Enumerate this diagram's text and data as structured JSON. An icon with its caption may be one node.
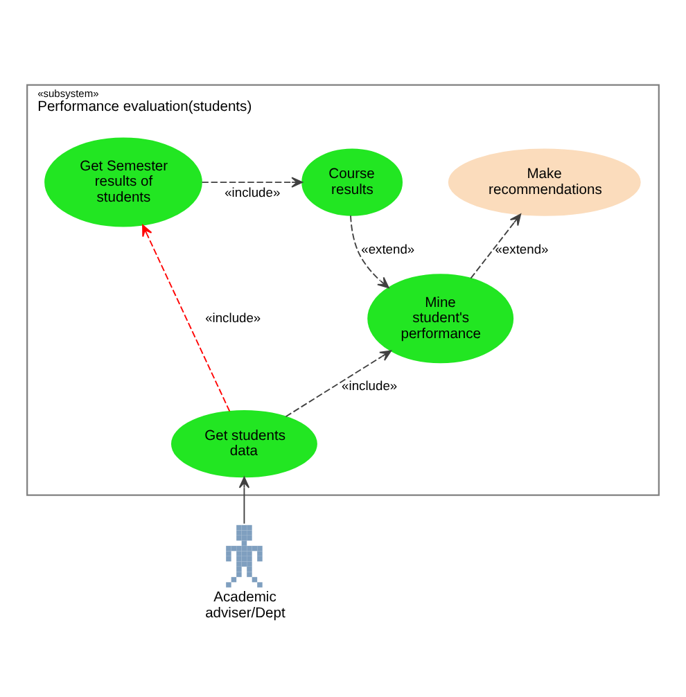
{
  "diagram": {
    "nodes": [
      {
        "text": [
          "«subsystem»",
          "Performance evaluation(students)"
        ]
      },
      {
        "text": [
          "Get Semester results of students"
        ],
        "in": 0
      },
      {
        "text": [
          "Course results"
        ],
        "in": 0
      },
      {
        "text": [
          "Make recommendations"
        ],
        "in": 0
      },
      {
        "text": [
          "Mine student's performance"
        ],
        "in": 0
      },
      {
        "text": [
          "Get students data"
        ],
        "in": 0
      },
      {
        "text": [],
        "shape": "person",
        "beside": [
          "Academic adviser/Dept"
        ]
      }
    ],
    "edges": [
      {
        "from": 1,
        "to": 2,
        "arrow": "to",
        "label": "«include»",
        "style": "dashed"
      },
      {
        "from": 2,
        "to": 4,
        "arrow": "to",
        "label": "«extend»",
        "style": "dashed"
      },
      {
        "from": 4,
        "to": 3,
        "arrow": "to",
        "label": "«extend»",
        "style": "dashed"
      },
      {
        "from": 5,
        "to": 1,
        "arrow": "to",
        "label": "«include»",
        "style": "dashed",
        "color": "#ff0000"
      },
      {
        "from": 5,
        "to": 4,
        "arrow": "to",
        "label": "«include»",
        "style": "dashed"
      },
      {
        "from": 6,
        "to": 5,
        "arrow": "to"
      }
    ]
  }
}
